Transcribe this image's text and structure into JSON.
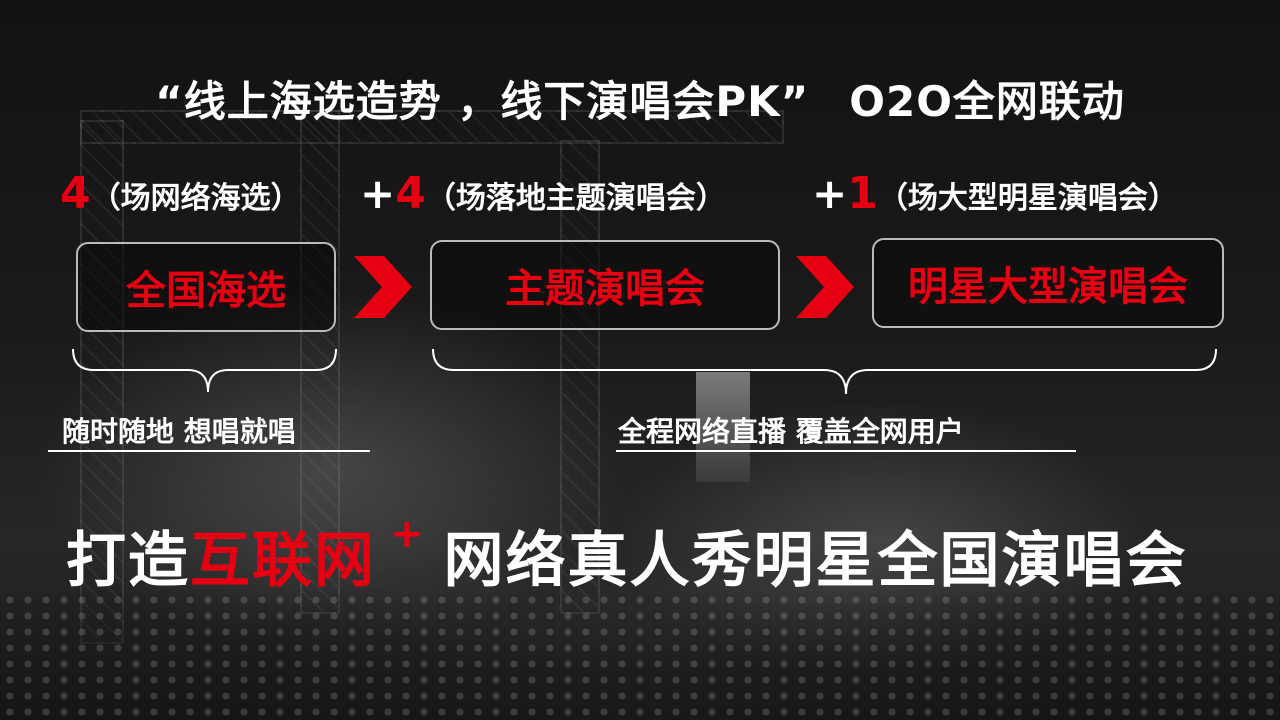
{
  "title": {
    "quote": "“线上海选造势 ，线下演唱会PK”",
    "o2o": "O2O全网联动"
  },
  "subline": {
    "item1_num": "4",
    "item1_text": "（场网络海选）",
    "plus1": "+",
    "item2_num": "4",
    "item2_text": "（场落地主题演唱会）",
    "plus2": "+",
    "item3_num": "1",
    "item3_text": "（场大型明星演唱会）"
  },
  "stages": [
    {
      "label": "全国海选"
    },
    {
      "label": "主题演唱会"
    },
    {
      "label": "明星大型演唱会"
    }
  ],
  "captions": {
    "left": "随时随地 想唱就唱",
    "right": "全程网络直播 覆盖全网用户"
  },
  "slogan": {
    "prefix": "打造",
    "highlight": "互联网",
    "plus": "+",
    "suffix": "网络真人秀明星全国演唱会"
  },
  "colors": {
    "accent": "#e60012",
    "text": "#ffffff",
    "box_border": "#bbbbbb"
  },
  "icons": [
    "chevron-right-icon",
    "brace-icon"
  ]
}
